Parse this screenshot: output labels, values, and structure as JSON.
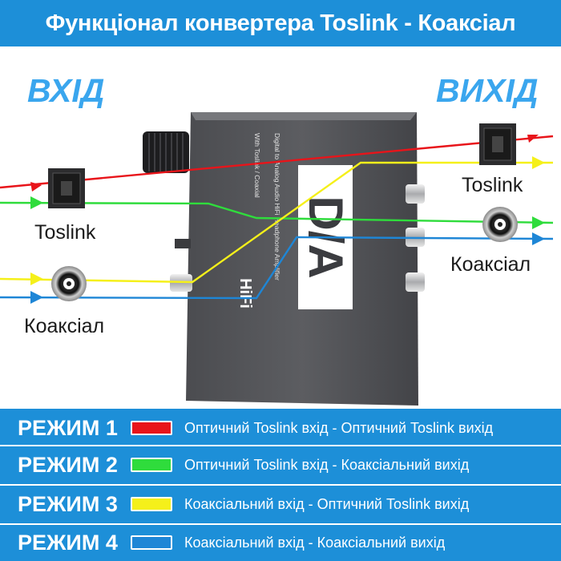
{
  "title": "Функціонал конвертера Toslink - Коаксіал",
  "input_label": "ВХІД",
  "output_label": "ВИХІД",
  "ports": {
    "in_toslink": "Toslink",
    "in_coax": "Коаксіал",
    "out_toslink": "Toslink",
    "out_coax": "Коаксіал"
  },
  "device": {
    "logo": "D/A",
    "brand": "HiFi",
    "text_line1": "Digital to Analog Audio HiFi Headphone Amplifier",
    "text_line2": "With Toslink / Coaxial"
  },
  "colors": {
    "accent": "#1d8fd8",
    "heading": "#3aa6ee",
    "mode1": "#e8141a",
    "mode2": "#2fdc3c",
    "mode3": "#f5f01a",
    "mode4": "#1e86d6"
  },
  "modes": [
    {
      "label": "РЕЖИМ 1",
      "description": "Оптичний Toslink вхід - Оптичний Toslink вихід",
      "color": "#e8141a"
    },
    {
      "label": "РЕЖИМ 2",
      "description": "Оптичний Toslink вхід - Коаксіальний вихід",
      "color": "#2fdc3c"
    },
    {
      "label": "РЕЖИМ 3",
      "description": "Коаксіальний вхід - Оптичний Toslink вихід",
      "color": "#f5f01a"
    },
    {
      "label": "РЕЖИМ 4",
      "description": "Коаксіальний вхід - Коаксіальний вихід",
      "color": "#1e86d6"
    }
  ]
}
